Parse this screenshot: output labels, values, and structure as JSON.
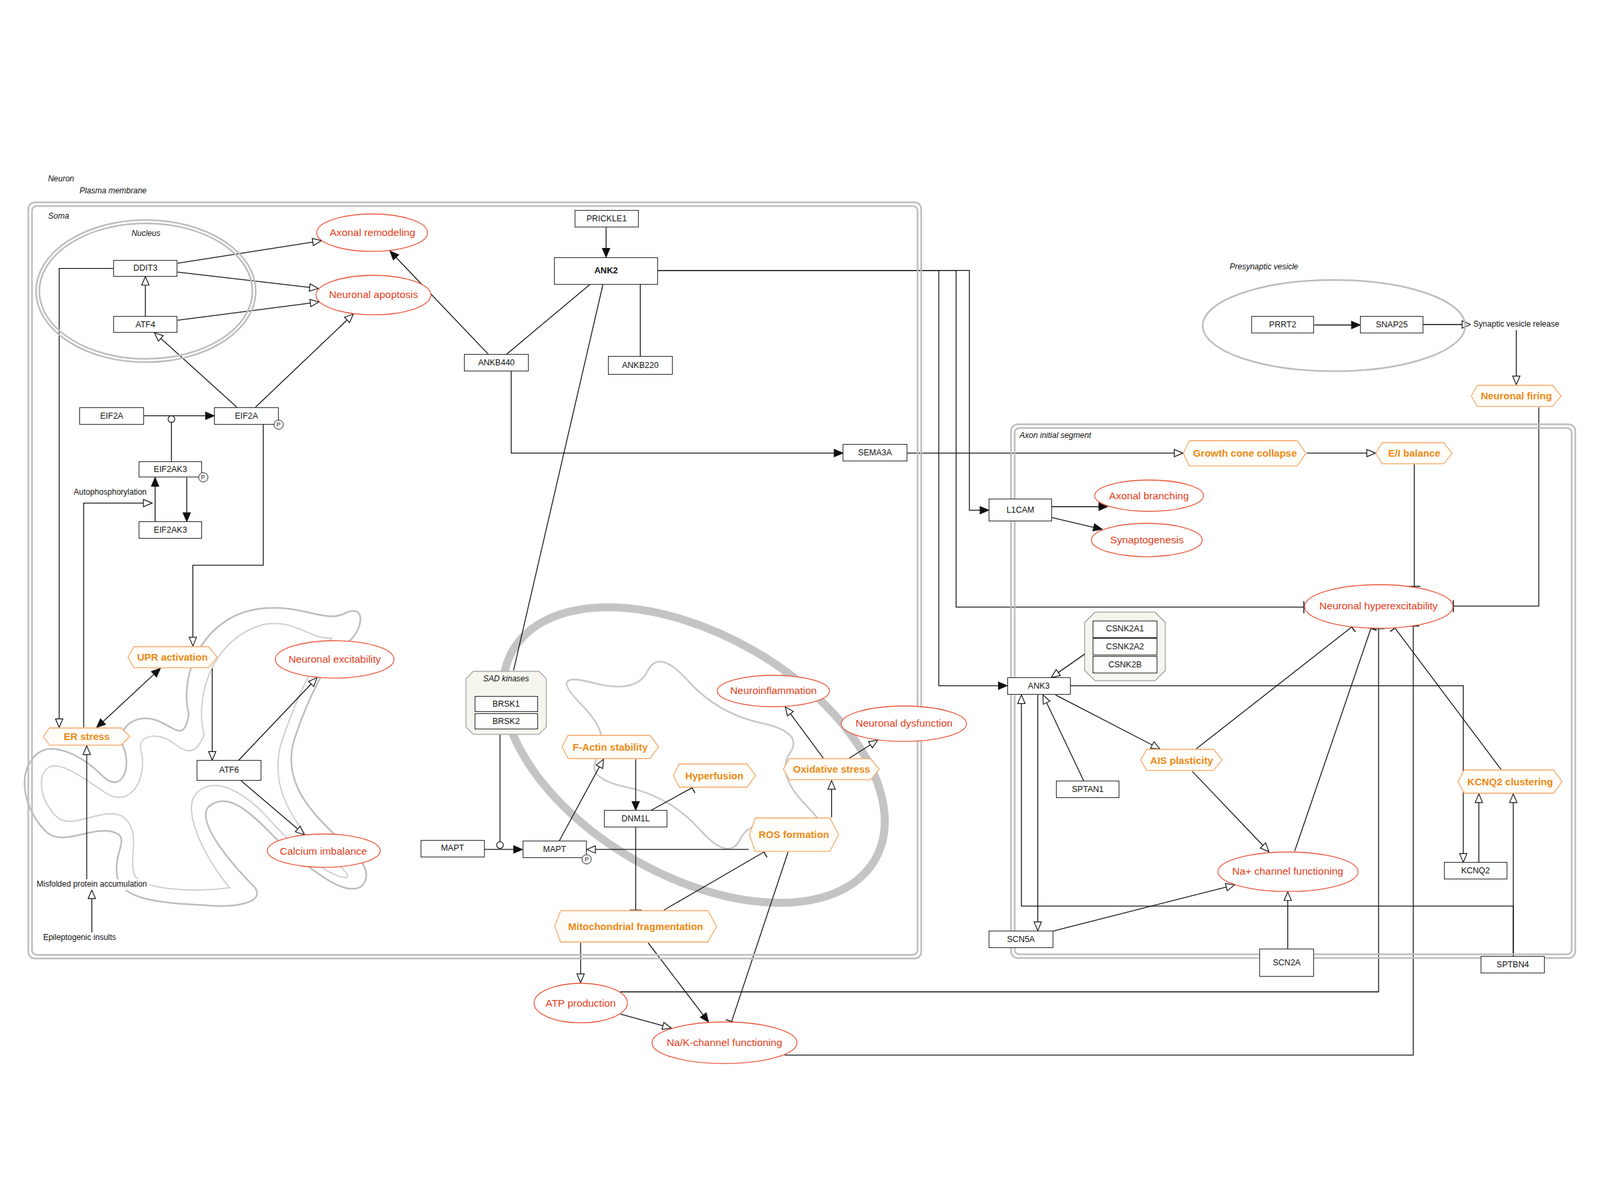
{
  "diagram": {
    "nodes": [
      {
        "text": [
          "Plasma membrane",
          "Soma"
        ]
      },
      {
        "text": [
          "Nucleus"
        ],
        "in": 0
      },
      {
        "text": [
          "DDIT3"
        ],
        "in": 1
      },
      {
        "text": [
          "ATF4"
        ],
        "in": 1
      },
      {
        "text": [
          "Axonal remodeling"
        ],
        "in": 0
      },
      {
        "text": [
          "Neuronal apoptosis"
        ],
        "in": 0
      },
      {
        "text": [
          "PRICKLE1"
        ],
        "in": 0
      },
      {
        "text": [
          "ANK2"
        ],
        "in": 0
      },
      {
        "text": [
          "ANKB440"
        ],
        "in": 0
      },
      {
        "text": [
          "ANKB220"
        ],
        "in": 0
      },
      {
        "text": [
          "EIF2A"
        ],
        "in": 0
      },
      {
        "text": [
          "EIF2A"
        ],
        "in": 0
      },
      {
        "text": [
          "EIF2AK3"
        ],
        "in": 0
      },
      {
        "text": [
          "EIF2AK3"
        ],
        "in": 0
      },
      {
        "text": [
          "SEMA3A"
        ],
        "in": 0
      },
      {
        "text": [
          "UPR activation"
        ],
        "in": 0
      },
      {
        "text": [
          "Neuronal excitability"
        ],
        "in": 0
      },
      {
        "text": [
          "ER stress"
        ],
        "in": 0
      },
      {
        "text": [
          "ATF6"
        ],
        "in": 0
      },
      {
        "text": [
          "Calcium imbalance"
        ],
        "in": 0
      },
      {
        "text": [
          "SAD kinases"
        ],
        "in": 0
      },
      {
        "text": [
          "BRSK1"
        ],
        "in": 20
      },
      {
        "text": [
          "BRSK2"
        ],
        "in": 20
      },
      {
        "text": [
          "Neuroinflammation"
        ],
        "in": 0
      },
      {
        "text": [
          "Neuronal dysfunction"
        ]
      },
      {
        "text": [
          "F-Actin stability"
        ],
        "in": 0
      },
      {
        "text": [
          "Hyperfusion"
        ],
        "in": 0
      },
      {
        "text": [
          "Oxidative stress"
        ],
        "in": 0
      },
      {
        "text": [
          "DNM1L"
        ],
        "in": 0
      },
      {
        "text": [
          "ROS formation"
        ],
        "in": 0
      },
      {
        "text": [
          "MAPT"
        ],
        "in": 0
      },
      {
        "text": [
          "MAPT"
        ],
        "in": 0
      },
      {
        "text": [
          "Mitochondrial fragmentation"
        ],
        "in": 0
      },
      {
        "text": [
          "Misfolded protein accumulation"
        ],
        "in": 0
      },
      {
        "text": [
          "Epileptogenic insults"
        ],
        "in": 0
      },
      {
        "text": [
          "ATP production"
        ]
      },
      {
        "text": [
          "Na/K-channel functioning"
        ]
      },
      {
        "text": [
          "Presynaptic vesicle"
        ]
      },
      {
        "text": [
          "PRRT2"
        ],
        "in": 37
      },
      {
        "text": [
          "SNAP25"
        ],
        "in": 37
      },
      {
        "text": [
          "Synaptic vesicle release"
        ]
      },
      {
        "text": [
          "Neuronal firing"
        ]
      },
      {
        "text": [
          "Axon initial segment"
        ]
      },
      {
        "text": [
          "Growth cone collapse"
        ],
        "in": 42
      },
      {
        "text": [
          "E/I balance"
        ],
        "in": 42
      },
      {
        "text": [
          "L1CAM"
        ],
        "in": 42
      },
      {
        "text": [
          "Axonal branching"
        ],
        "in": 42
      },
      {
        "text": [
          "Synaptogenesis"
        ],
        "in": 42
      },
      {
        "text": [
          "Neuronal hyperexcitability"
        ],
        "in": 42
      },
      {
        "text": [
          "CSNK2A1"
        ],
        "in": 42
      },
      {
        "text": [
          "CSNK2A2"
        ],
        "in": 42
      },
      {
        "text": [
          "CSNK2B"
        ],
        "in": 42
      },
      {
        "text": [
          "ANK3"
        ],
        "in": 42
      },
      {
        "text": [
          "SPTAN1"
        ],
        "in": 42
      },
      {
        "text": [
          "AIS plasticity"
        ],
        "in": 42
      },
      {
        "text": [
          "KCNQ2 clustering"
        ],
        "in": 42
      },
      {
        "text": [
          "Na+ channel functioning"
        ],
        "in": 42
      },
      {
        "text": [
          "KCNQ2"
        ],
        "in": 42
      },
      {
        "text": [
          "SCN5A"
        ],
        "in": 42
      },
      {
        "text": [
          "SCN2A"
        ]
      },
      {
        "text": [
          "SPTBN4"
        ]
      }
    ],
    "edges": [
      {
        "from": 2,
        "to": 4,
        "arrow": "to"
      },
      {
        "from": 2,
        "to": 5,
        "arrow": "to"
      },
      {
        "from": 3,
        "to": 2,
        "arrow": "to"
      },
      {
        "from": 3,
        "to": 5,
        "arrow": "to"
      },
      {
        "from": 2,
        "to": 17,
        "arrow": "to"
      },
      {
        "from": 11,
        "to": 3,
        "arrow": "to"
      },
      {
        "from": 11,
        "to": 5,
        "arrow": "to"
      },
      {
        "from": 10,
        "to": 11,
        "arrow": "to"
      },
      {
        "from": 12,
        "to": 11,
        "arrow": "to"
      },
      {
        "from": 13,
        "to": 12,
        "arrow": "to"
      },
      {
        "from": 12,
        "to": 13,
        "arrow": "to"
      },
      {
        "from": 17,
        "to": 12,
        "arrow": "to",
        "label": "Autophosphorylation"
      },
      {
        "from": 11,
        "to": 15,
        "arrow": "to"
      },
      {
        "from": 15,
        "to": 17,
        "arrow": "both"
      },
      {
        "from": 15,
        "to": 18,
        "arrow": "to"
      },
      {
        "from": 18,
        "to": 16,
        "arrow": "to"
      },
      {
        "from": 18,
        "to": 19,
        "arrow": "to"
      },
      {
        "from": 33,
        "to": 17,
        "arrow": "to"
      },
      {
        "from": 34,
        "to": 33,
        "arrow": "to"
      },
      {
        "from": 6,
        "to": 7,
        "arrow": "to"
      },
      {
        "from": 7,
        "to": 8,
        "arrow": "none"
      },
      {
        "from": 7,
        "to": 9,
        "arrow": "none"
      },
      {
        "from": 8,
        "to": 4,
        "arrow": "to"
      },
      {
        "from": 8,
        "to": 14,
        "arrow": "to"
      },
      {
        "from": 7,
        "to": 20,
        "arrow": "none"
      },
      {
        "from": 20,
        "to": 31,
        "arrow": "to"
      },
      {
        "from": 30,
        "to": 31,
        "arrow": "to"
      },
      {
        "from": 31,
        "to": 25,
        "arrow": "to"
      },
      {
        "from": 25,
        "to": 28,
        "arrow": "to"
      },
      {
        "from": 28,
        "to": 26,
        "arrow": "to"
      },
      {
        "from": 28,
        "to": 32,
        "arrow": "to"
      },
      {
        "from": 29,
        "to": 31,
        "arrow": "to"
      },
      {
        "from": 29,
        "to": 27,
        "arrow": "to"
      },
      {
        "from": 27,
        "to": 23,
        "arrow": "to"
      },
      {
        "from": 27,
        "to": 24,
        "arrow": "to"
      },
      {
        "from": 32,
        "to": 29,
        "arrow": "to"
      },
      {
        "from": 29,
        "to": 36,
        "arrow": "to"
      },
      {
        "from": 32,
        "to": 35,
        "arrow": "to"
      },
      {
        "from": 32,
        "to": 36,
        "arrow": "to"
      },
      {
        "from": 35,
        "to": 36,
        "arrow": "to"
      },
      {
        "from": 35,
        "to": 48,
        "arrow": "to"
      },
      {
        "from": 36,
        "to": 48,
        "arrow": "to"
      },
      {
        "from": 7,
        "to": 48,
        "arrow": "to"
      },
      {
        "from": 7,
        "to": 45,
        "arrow": "to"
      },
      {
        "from": 7,
        "to": 52,
        "arrow": "to"
      },
      {
        "from": 38,
        "to": 39,
        "arrow": "to"
      },
      {
        "from": 39,
        "to": 40,
        "arrow": "to"
      },
      {
        "from": 40,
        "to": 41,
        "arrow": "to"
      },
      {
        "from": 41,
        "to": 48,
        "arrow": "to"
      },
      {
        "from": 14,
        "to": 43,
        "arrow": "to"
      },
      {
        "from": 43,
        "to": 44,
        "arrow": "to"
      },
      {
        "from": 44,
        "to": 48,
        "arrow": "to"
      },
      {
        "from": 45,
        "to": 46,
        "arrow": "to"
      },
      {
        "from": 45,
        "to": 47,
        "arrow": "to"
      },
      {
        "from": 50,
        "to": 52,
        "arrow": "to"
      },
      {
        "from": 53,
        "to": 52,
        "arrow": "to"
      },
      {
        "from": 52,
        "to": 54,
        "arrow": "to"
      },
      {
        "from": 52,
        "to": 58,
        "arrow": "to"
      },
      {
        "from": 52,
        "to": 57,
        "arrow": "to"
      },
      {
        "from": 60,
        "to": 52,
        "arrow": "to"
      },
      {
        "from": 60,
        "to": 55,
        "arrow": "to"
      },
      {
        "from": 57,
        "to": 55,
        "arrow": "to"
      },
      {
        "from": 55,
        "to": 48,
        "arrow": "to"
      },
      {
        "from": 54,
        "to": 48,
        "arrow": "to"
      },
      {
        "from": 54,
        "to": 56,
        "arrow": "to"
      },
      {
        "from": 56,
        "to": 48,
        "arrow": "to"
      },
      {
        "from": 58,
        "to": 56,
        "arrow": "to"
      },
      {
        "from": 59,
        "to": 56,
        "arrow": "to"
      }
    ],
    "labels": [
      "Neuron",
      "P",
      "P",
      "P"
    ]
  }
}
